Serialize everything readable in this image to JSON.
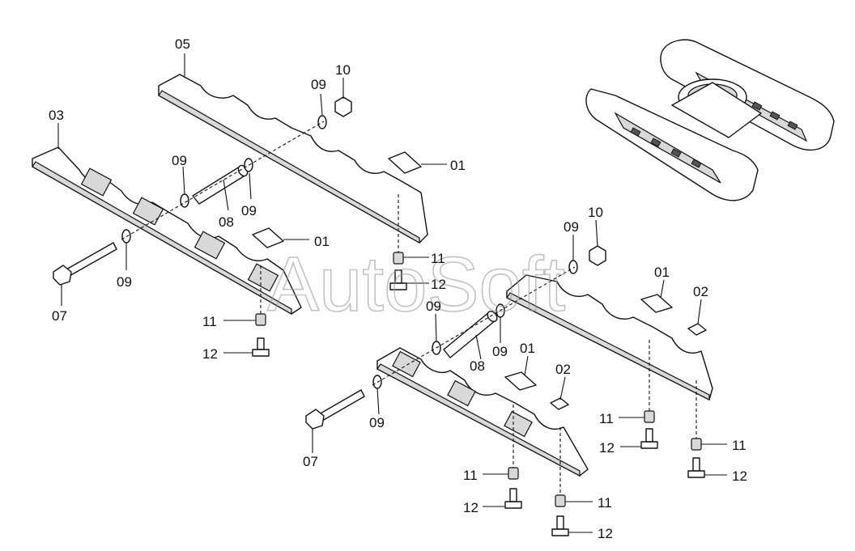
{
  "watermark": "AutoSoft",
  "labels": {
    "l01a": "01",
    "l01b": "01",
    "l01c": "01",
    "l01d": "01",
    "l02a": "02",
    "l02b": "02",
    "l03": "03",
    "l05": "05",
    "l07a": "07",
    "l07b": "07",
    "l08a": "08",
    "l08b": "08",
    "l09a": "09",
    "l09b": "09",
    "l09c": "09",
    "l09d": "09",
    "l09e": "09",
    "l09f": "09",
    "l09g": "09",
    "l09h": "09",
    "l10a": "10",
    "l10b": "10",
    "l11a": "11",
    "l11b": "11",
    "l11c": "11",
    "l11d": "11",
    "l11e": "11",
    "l11f": "11",
    "l12a": "12",
    "l12b": "12",
    "l12c": "12",
    "l12d": "12",
    "l12e": "12",
    "l12f": "12"
  }
}
